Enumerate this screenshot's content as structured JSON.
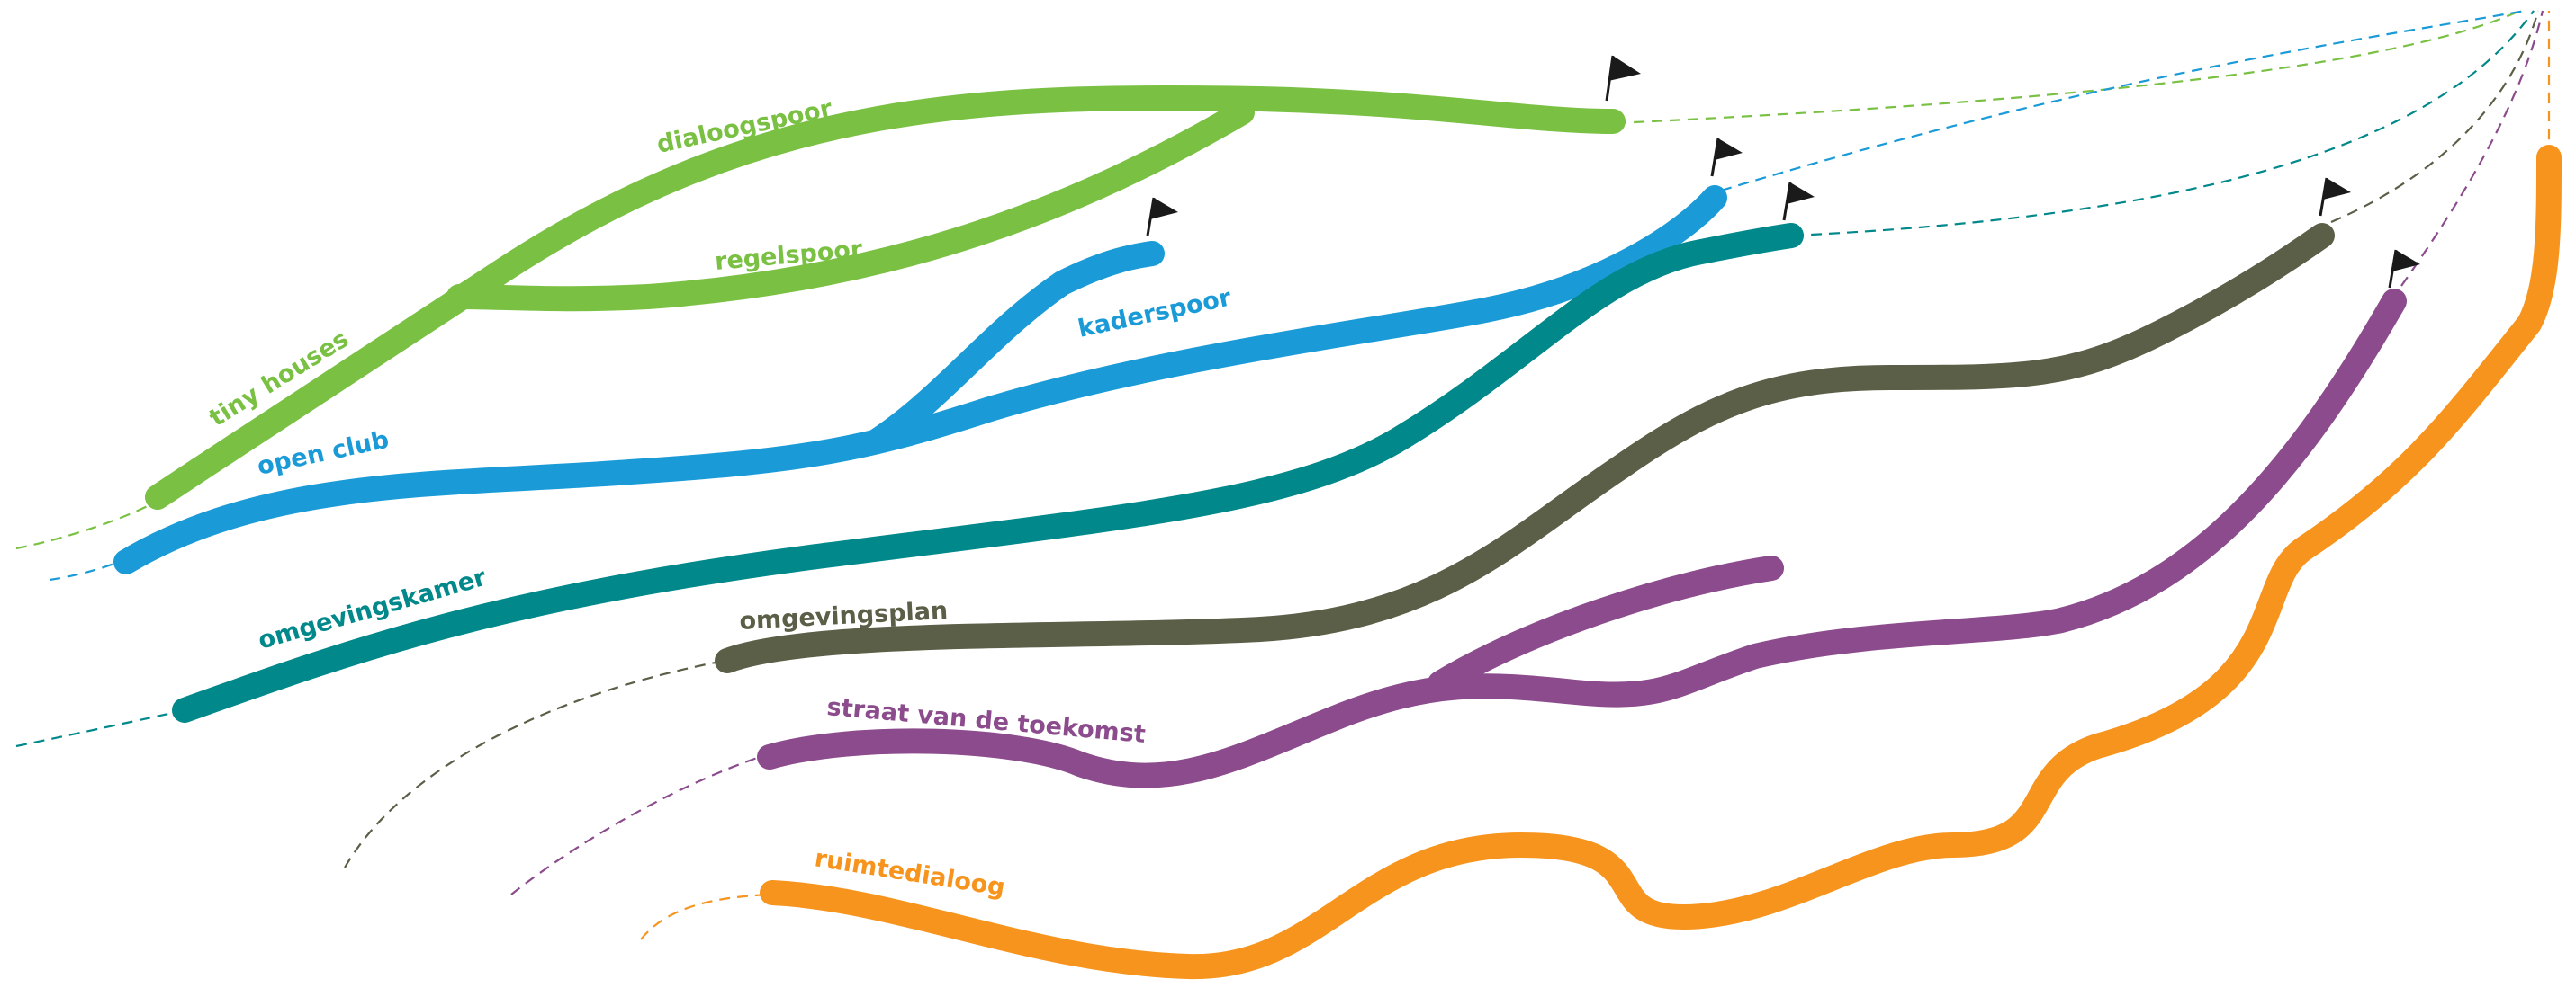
{
  "colors": {
    "green": "#7ac143",
    "blue": "#1a9bd7",
    "teal": "#00888a",
    "olive": "#5c5f47",
    "purple": "#8b4b8c",
    "orange": "#f7941d",
    "flag": "#1a1a1a"
  },
  "labels": {
    "dialoogspoor": "dialoogspoor",
    "regelspoor": "regelspoor",
    "tiny_houses": "tiny houses",
    "kaderspoor": "kaderspoor",
    "open_club": "open club",
    "omgevingskamer": "omgevingskamer",
    "omgevingsplan": "omgevingsplan",
    "straat_van_de_toekomst": "straat van de toekomst",
    "ruimtedialoog": "ruimtedialoog"
  },
  "icons": {
    "flag": "flag-icon"
  }
}
